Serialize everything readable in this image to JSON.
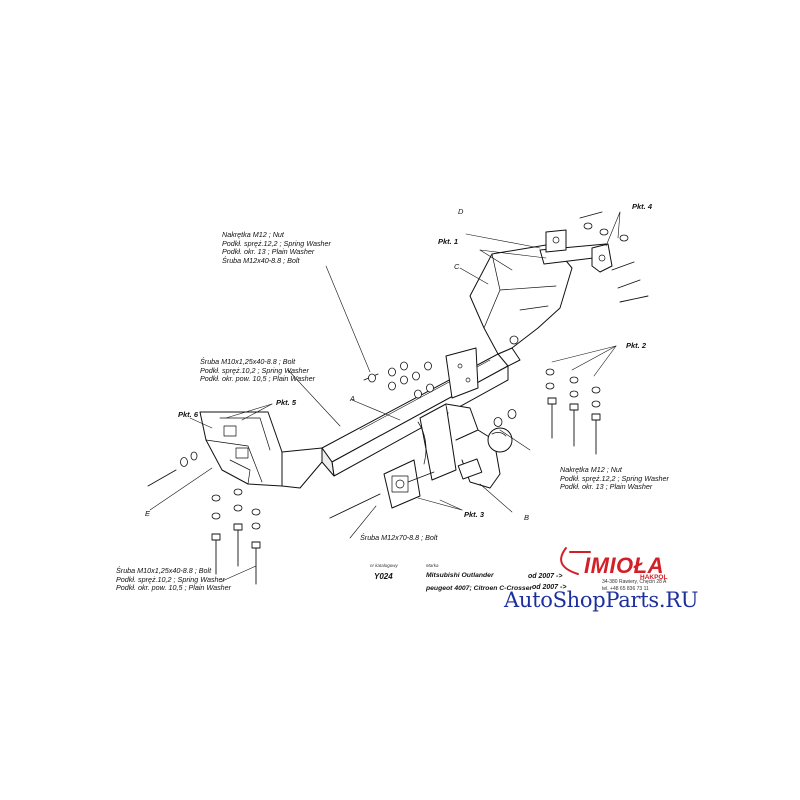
{
  "labels": {
    "nut_top": [
      "Nakrętka  M12 ; Nut",
      "Podkł. spręż.12,2 ; Spring Washer",
      "Podkł. okr. 13 ; Plain Washer",
      "Śruba M12x40-8.8 ; Bolt"
    ],
    "bolt_left": [
      "Śruba M10x1,25x40-8.8 ; Bolt",
      "Podkł. spręż.10,2 ; Spring Washer",
      "Podkł. okr. pow. 10,5 ; Plain Washer"
    ],
    "nut_right": [
      "Nakrętka  M12 ; Nut",
      "Podkł. spręż.12,2 ; Spring Washer",
      "Podkł. okr. 13 ; Plain Washer"
    ],
    "bolt_ball": "Śruba M12x70-8.8 ; Bolt",
    "bolt_bottom_left": [
      "Śruba M10x1,25x40-8.8 ; Bolt",
      "Podkł. spręż.10,2 ; Spring Washer",
      "Podkł. okr. pow. 10,5 ; Plain Washer"
    ]
  },
  "points": {
    "pkt1": "Pkt. 1",
    "pkt2": "Pkt. 2",
    "pkt3": "Pkt. 3",
    "pkt4": "Pkt. 4",
    "pkt5": "Pkt. 5",
    "pkt6": "Pkt. 6"
  },
  "letters": {
    "a": "A",
    "b": "B",
    "c": "C",
    "d": "D",
    "e": "E"
  },
  "title_block": {
    "nr_label": "nr katalogowy",
    "code": "Y024",
    "marka_label": "Marka",
    "model_1": "Mitsubishi Outlander",
    "model_2": "peugeot 4007; Citroen C-Crosser",
    "date_1": "od 2007 ->",
    "date_2": "od 2007 ->"
  },
  "logo": {
    "name": "IMIOŁA",
    "sub": "HAKPOL",
    "address": [
      "34-380 Rawiery, Chęcin 28 A",
      "tel. +48 65 836 73 11"
    ],
    "color": "#d31f26"
  },
  "watermark": {
    "text": "AutoShopParts.RU",
    "color": "#1d2f9e"
  }
}
